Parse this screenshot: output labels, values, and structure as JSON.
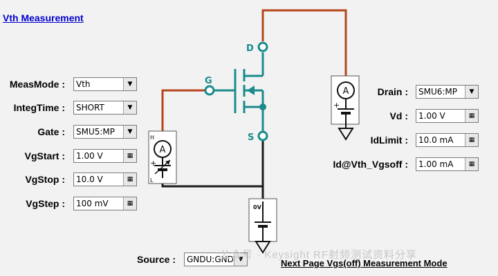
{
  "title": "Vth Measurement",
  "next_link": "Next Page Vgs(off) Measurement  Mode",
  "watermark": "公众号 · Keysight RF射频测试资料分享",
  "left_fields": [
    {
      "label": "MeasMode :",
      "value": "Vth",
      "control": "dropdown"
    },
    {
      "label": "IntegTime :",
      "value": "SHORT",
      "control": "dropdown"
    },
    {
      "label": "Gate :",
      "value": "SMU5:MP",
      "control": "dropdown"
    },
    {
      "label": "VgStart :",
      "value": "1.00 V",
      "control": "calculator"
    },
    {
      "label": "VgStop :",
      "value": "10.0 V",
      "control": "calculator"
    },
    {
      "label": "VgStep :",
      "value": "100 mV",
      "control": "calculator"
    }
  ],
  "right_fields": [
    {
      "label": "Drain :",
      "value": "SMU6:MP",
      "control": "dropdown"
    },
    {
      "label": "Vd :",
      "value": "1.00 V",
      "control": "calculator"
    },
    {
      "label": "IdLimit :",
      "value": "10.0 mA",
      "control": "calculator"
    },
    {
      "label": "Id@Vth_Vgsoff :",
      "value": "1.00 mA",
      "control": "calculator"
    }
  ],
  "source_field": {
    "label": "Source :",
    "value": "GNDU:GND",
    "control": "dropdown"
  },
  "circuit": {
    "terminal_d": "D",
    "terminal_g": "G",
    "terminal_s": "S",
    "ammeter_symbol": "A",
    "gate_smu_h": "H",
    "gate_smu_l": "L",
    "gate_smu_plus": "+",
    "drain_smu_plus": "+",
    "source_zero": "0V",
    "wire_colors": {
      "drain": "#b5441c",
      "gate": "#b5441c",
      "ground": "#1a1a1a",
      "device": "#1a8a8a"
    }
  }
}
